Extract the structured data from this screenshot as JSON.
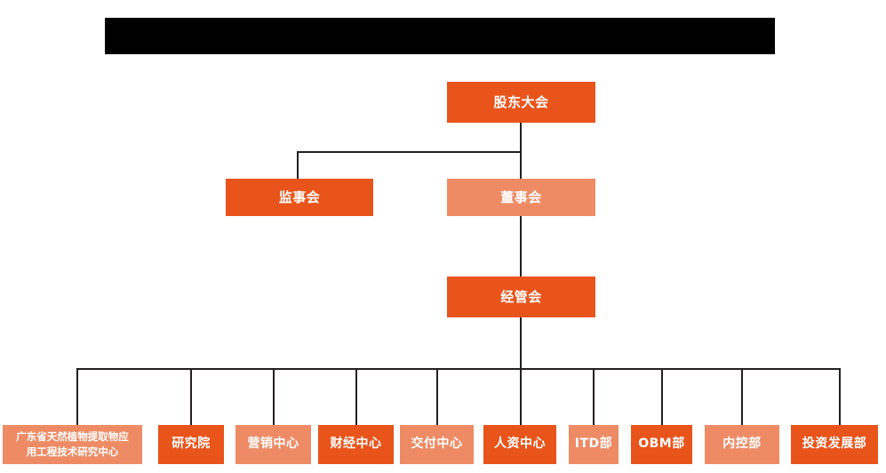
{
  "banner": {
    "name": "title-banner-redacted",
    "text": "",
    "color": "#000000"
  },
  "palette": {
    "dark_orange": "#E9541B",
    "light_orange": "#EE8B65",
    "line": "#231f20",
    "background": "#FFFFFF",
    "text": "#FFFFFF"
  },
  "chart_data": {
    "type": "org-chart",
    "title": "",
    "levels": [
      {
        "level": 0,
        "nodes": [
          "shareholders-meeting"
        ]
      },
      {
        "level": 1,
        "nodes": [
          "board-of-supervisors",
          "board-of-directors"
        ]
      },
      {
        "level": 2,
        "nodes": [
          "management-committee"
        ]
      },
      {
        "level": 3,
        "nodes": [
          "guangdong-research-center",
          "research-institute",
          "marketing-center",
          "finance-center",
          "delivery-center",
          "hr-center",
          "itd-department",
          "obm-department",
          "internal-control-department",
          "investment-development-department"
        ]
      }
    ],
    "edges": [
      {
        "from": "shareholders-meeting",
        "to": "board-of-supervisors"
      },
      {
        "from": "shareholders-meeting",
        "to": "board-of-directors"
      },
      {
        "from": "board-of-directors",
        "to": "management-committee"
      },
      {
        "from": "management-committee",
        "to": "guangdong-research-center"
      },
      {
        "from": "management-committee",
        "to": "research-institute"
      },
      {
        "from": "management-committee",
        "to": "marketing-center"
      },
      {
        "from": "management-committee",
        "to": "finance-center"
      },
      {
        "from": "management-committee",
        "to": "delivery-center"
      },
      {
        "from": "management-committee",
        "to": "hr-center"
      },
      {
        "from": "management-committee",
        "to": "itd-department"
      },
      {
        "from": "management-committee",
        "to": "obm-department"
      },
      {
        "from": "management-committee",
        "to": "internal-control-department"
      },
      {
        "from": "management-committee",
        "to": "investment-development-department"
      }
    ]
  },
  "nodes": {
    "shareholders_meeting": {
      "label": "股东大会",
      "shade": "dark"
    },
    "board_of_supervisors": {
      "label": "监事会",
      "shade": "dark"
    },
    "board_of_directors": {
      "label": "董事会",
      "shade": "light"
    },
    "management_committee": {
      "label": "经管会",
      "shade": "dark"
    },
    "guangdong_research_center": {
      "label": "广东省天然植物提取物应\n用工程技术研究中心",
      "shade": "light"
    },
    "research_institute": {
      "label": "研究院",
      "shade": "dark"
    },
    "marketing_center": {
      "label": "营销中心",
      "shade": "light"
    },
    "finance_center": {
      "label": "财经中心",
      "shade": "dark"
    },
    "delivery_center": {
      "label": "交付中心",
      "shade": "light"
    },
    "hr_center": {
      "label": "人资中心",
      "shade": "dark"
    },
    "itd_department": {
      "label": "ITD部",
      "shade": "light"
    },
    "obm_department": {
      "label": "OBM部",
      "shade": "dark"
    },
    "internal_control_department": {
      "label": "内控部",
      "shade": "light"
    },
    "investment_development_department": {
      "label": "投资发展部",
      "shade": "dark"
    }
  }
}
